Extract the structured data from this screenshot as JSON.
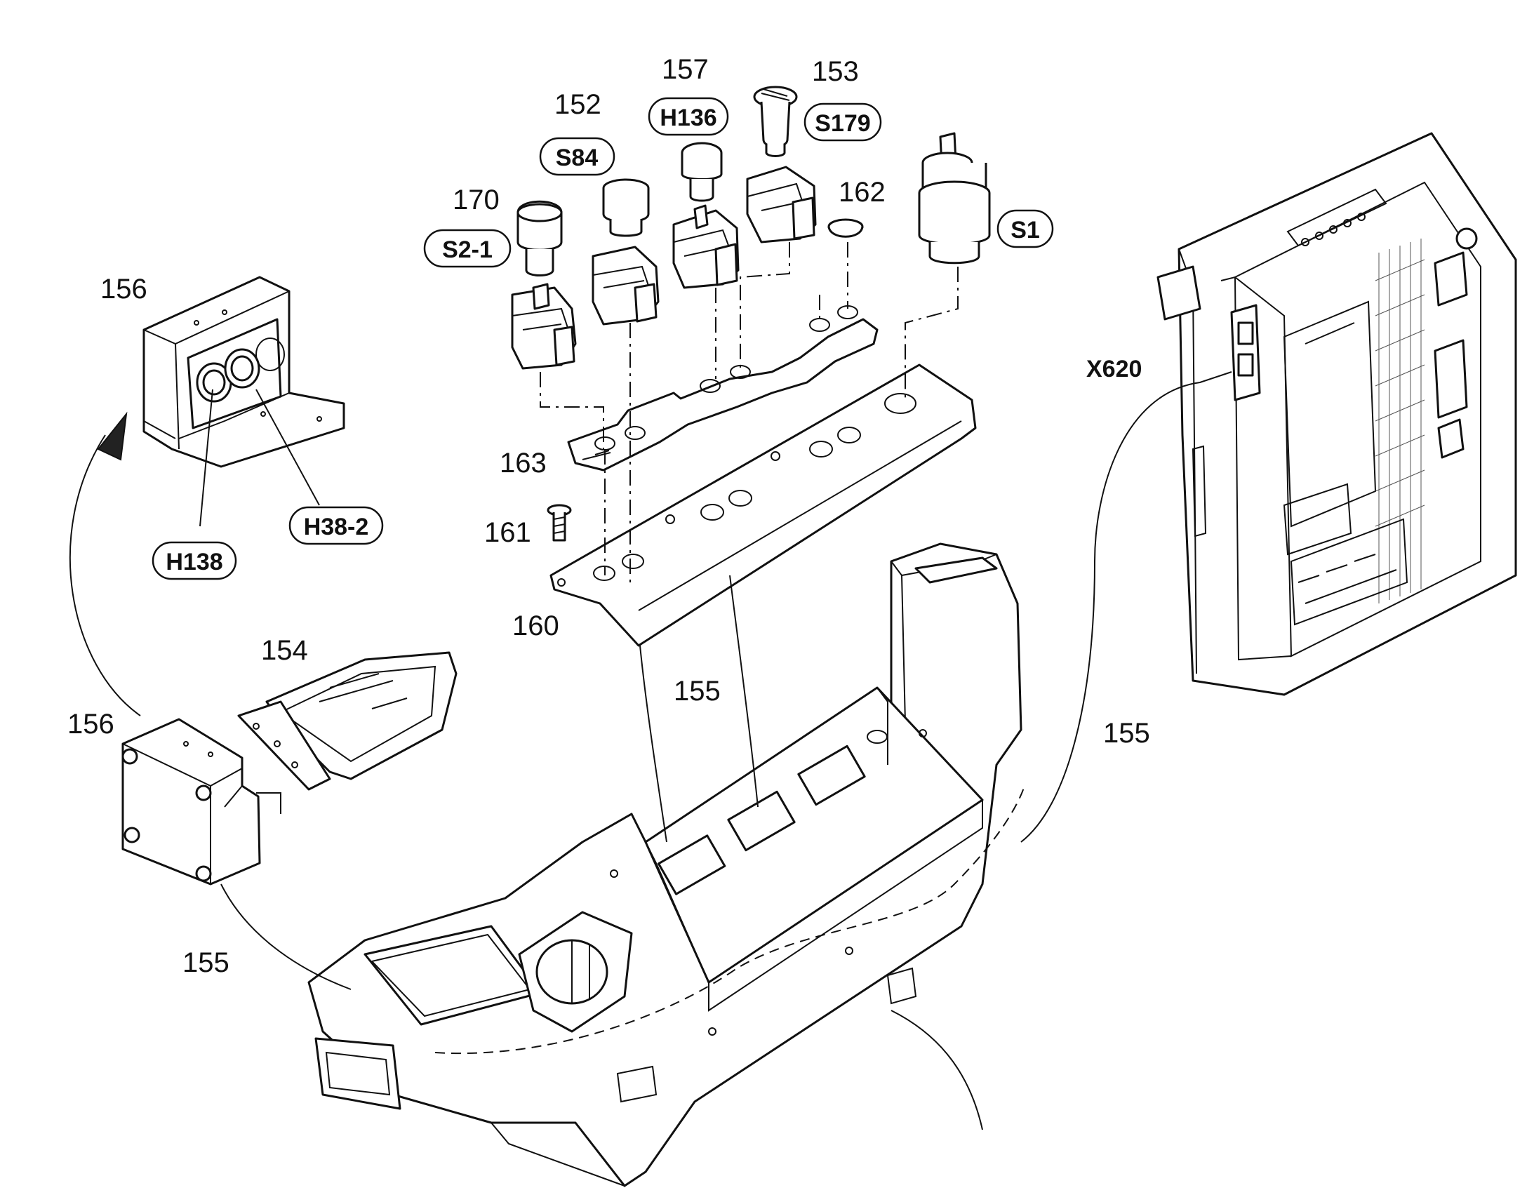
{
  "part_numbers": {
    "p152": "152",
    "p153": "153",
    "p154": "154",
    "p155_mid": "155",
    "p155_right": "155",
    "p155_left": "155",
    "p156_top": "156",
    "p156_bottom": "156",
    "p157": "157",
    "p160": "160",
    "p161": "161",
    "p162": "162",
    "p163": "163",
    "p170": "170"
  },
  "designators": {
    "s84": "S84",
    "h136": "H136",
    "s179": "S179",
    "s2_1": "S2-1",
    "s1": "S1",
    "h138": "H138",
    "h38_2": "H38-2",
    "x620": "X620"
  },
  "colors": {
    "line": "#111111",
    "background": "#ffffff"
  }
}
